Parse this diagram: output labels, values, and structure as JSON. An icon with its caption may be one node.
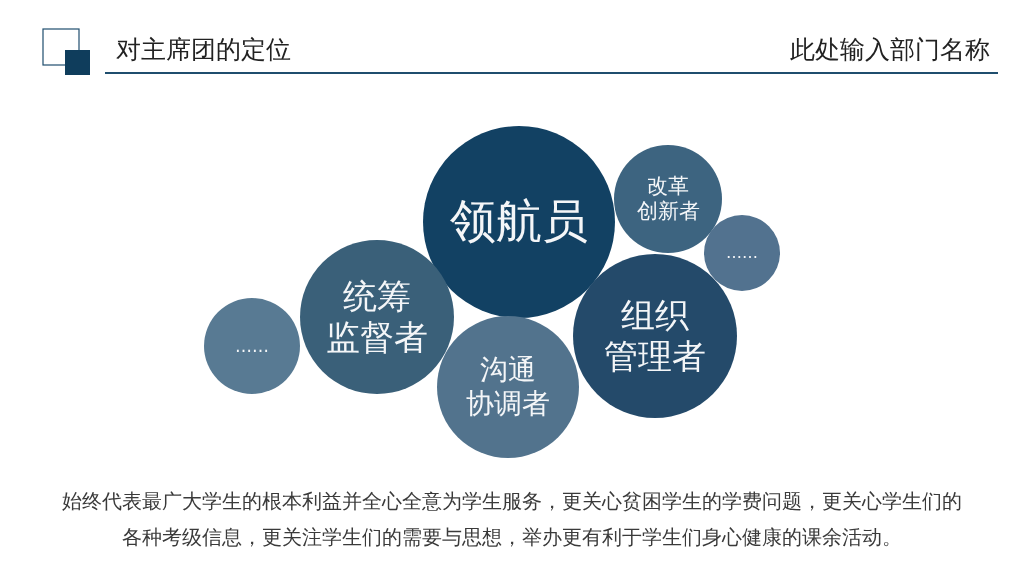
{
  "diagram": {
    "title": "对主席团的定位",
    "caption": "始终代表最广大学生的根本利益并全心全意为学生服务，更关心贫困学生的学费问题，更关心学生们的各种考级信息，更关注学生们的需要与思想，举办更有利于学生们身心健康的课余活动。",
    "nodes": [
      {
        "text": [
          "……"
        ]
      },
      {
        "text": [
          "统筹监督者"
        ]
      },
      {
        "text": [
          "沟通协调者"
        ]
      },
      {
        "text": [
          "领航员"
        ]
      },
      {
        "text": [
          "组织管理者"
        ]
      },
      {
        "text": [
          "改革创新者"
        ]
      },
      {
        "text": [
          "……"
        ]
      }
    ],
    "labels": [
      "此处输入部门名称"
    ]
  }
}
